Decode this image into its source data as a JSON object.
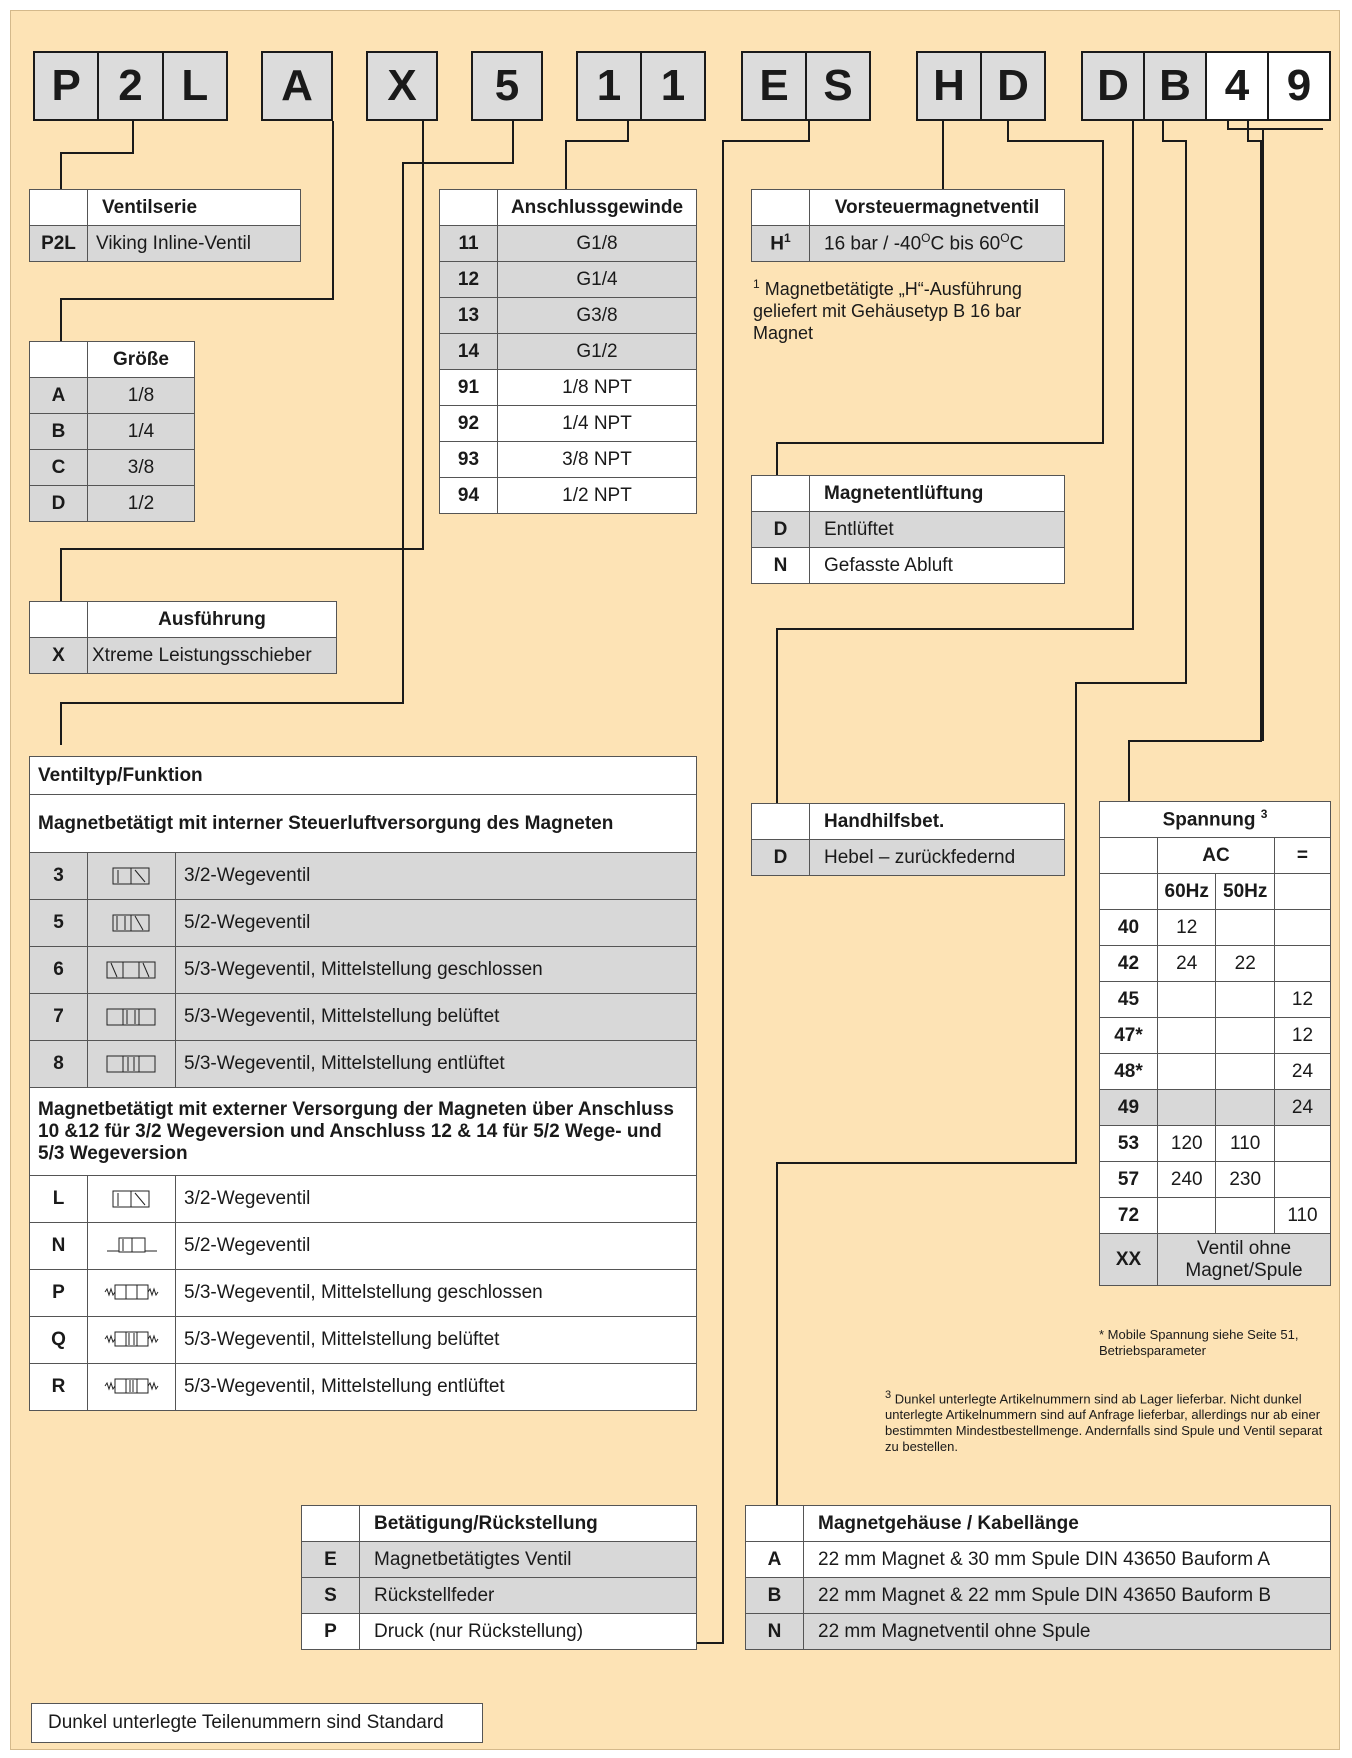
{
  "code_boxes": [
    "P",
    "2",
    "L",
    "A",
    "X",
    "5",
    "1",
    "1",
    "E",
    "S",
    "H",
    "D",
    "D",
    "B",
    "4",
    "9"
  ],
  "ventilserie": {
    "header": "Ventilserie",
    "rows": [
      {
        "k": "P2L",
        "v": "Viking Inline-Ventil"
      }
    ]
  },
  "groesse": {
    "header": "Größe",
    "rows": [
      {
        "k": "A",
        "v": "1/8"
      },
      {
        "k": "B",
        "v": "1/4"
      },
      {
        "k": "C",
        "v": "3/8"
      },
      {
        "k": "D",
        "v": "1/2"
      }
    ]
  },
  "ausfuehrung": {
    "header": "Ausführung",
    "rows": [
      {
        "k": "X",
        "v": "Xtreme Leistungsschieber"
      }
    ]
  },
  "anschluss": {
    "header": "Anschlussgewinde",
    "rows": [
      {
        "k": "11",
        "v": "G1/8"
      },
      {
        "k": "12",
        "v": "G1/4"
      },
      {
        "k": "13",
        "v": "G3/8"
      },
      {
        "k": "14",
        "v": "G1/2"
      },
      {
        "k": "91",
        "v": "1/8 NPT"
      },
      {
        "k": "92",
        "v": "1/4 NPT"
      },
      {
        "k": "93",
        "v": "3/8 NPT"
      },
      {
        "k": "94",
        "v": "1/2 NPT"
      }
    ]
  },
  "vorsteuer": {
    "header": "Vorsteuermagnetventil",
    "key": "H",
    "key_sup": "1",
    "value": "16 bar / -40",
    "value_sup1": "O",
    "value_mid": "C bis 60",
    "value_sup2": "O",
    "value_end": "C"
  },
  "vorsteuer_note": {
    "sup": "1",
    "text": "Magnetbetätigte „H“-Ausführung geliefert mit Gehäusetyp B 16 bar Magnet"
  },
  "entlueftung": {
    "header": "Magnetentlüftung",
    "rows": [
      {
        "k": "D",
        "v": "Entlüftet"
      },
      {
        "k": "N",
        "v": "Gefasste Abluft"
      }
    ]
  },
  "handhilf": {
    "header": "Handhilfsbet.",
    "rows": [
      {
        "k": "D",
        "v": "Hebel – zurückfedernd"
      }
    ]
  },
  "ventiltyp": {
    "title": "Ventiltyp/Funktion",
    "section1": "Magnetbetätigt mit interner Steuerluftversorgung des Magneten",
    "rows1": [
      {
        "k": "3",
        "v": "3/2-Wegeventil",
        "icon": "valve-3-2-icon"
      },
      {
        "k": "5",
        "v": "5/2-Wegeventil",
        "icon": "valve-5-2-icon"
      },
      {
        "k": "6",
        "v": "5/3-Wegeventil, Mittelstellung geschlossen",
        "icon": "valve-5-3-closed-icon"
      },
      {
        "k": "7",
        "v": "5/3-Wegeventil, Mittelstellung belüftet",
        "icon": "valve-5-3-pressure-icon"
      },
      {
        "k": "8",
        "v": "5/3-Wegeventil, Mittelstellung entlüftet",
        "icon": "valve-5-3-exhaust-icon"
      }
    ],
    "section2": "Magnetbetätigt mit externer Versorgung der Magneten über Anschluss 10 &12 für 3/2 Wegeversion und Anschluss 12 & 14 für 5/2 Wege- und 5/3 Wegeversion",
    "rows2": [
      {
        "k": "L",
        "v": "3/2-Wegeventil",
        "icon": "valve-3-2-icon"
      },
      {
        "k": "N",
        "v": "5/2-Wegeventil",
        "icon": "valve-5-2-ext-icon"
      },
      {
        "k": "P",
        "v": "5/3-Wegeventil, Mittelstellung geschlossen",
        "icon": "valve-5-3-closed-ext-icon"
      },
      {
        "k": "Q",
        "v": "5/3-Wegeventil, Mittelstellung belüftet",
        "icon": "valve-5-3-pressure-ext-icon"
      },
      {
        "k": "R",
        "v": "5/3-Wegeventil, Mittelstellung entlüftet",
        "icon": "valve-5-3-exhaust-ext-icon"
      }
    ]
  },
  "spannung": {
    "header": "Spannung",
    "header_sup": "3",
    "ac": "AC",
    "dc": "=",
    "hz60": "60Hz",
    "hz50": "50Hz",
    "rows": [
      {
        "k": "40",
        "a": "12",
        "b": "",
        "c": ""
      },
      {
        "k": "42",
        "a": "24",
        "b": "22",
        "c": ""
      },
      {
        "k": "45",
        "a": "",
        "b": "",
        "c": "12"
      },
      {
        "k": "47*",
        "a": "",
        "b": "",
        "c": "12"
      },
      {
        "k": "48*",
        "a": "",
        "b": "",
        "c": "24"
      },
      {
        "k": "49",
        "a": "",
        "b": "",
        "c": "24"
      },
      {
        "k": "53",
        "a": "120",
        "b": "110",
        "c": ""
      },
      {
        "k": "57",
        "a": "240",
        "b": "230",
        "c": ""
      },
      {
        "k": "72",
        "a": "",
        "b": "",
        "c": "110"
      }
    ],
    "xx_key": "XX",
    "xx_text": "Ventil ohne Magnet/Spule"
  },
  "mobile_note": "* Mobile Spannung siehe Seite 51, Betriebsparameter",
  "footnote3": {
    "sup": "3",
    "text": "Dunkel unterlegte Artikelnummern sind ab Lager lieferbar. Nicht dunkel unterlegte Artikelnummern sind auf Anfrage lieferbar, allerdings nur ab einer bestimmten Mindestbestellmenge. Andernfalls sind Spule und Ventil separat zu bestellen."
  },
  "betaetigung": {
    "header": "Betätigung/Rückstellung",
    "rows": [
      {
        "k": "E",
        "v": "Magnetbetätigtes Ventil"
      },
      {
        "k": "S",
        "v": "Rückstellfeder"
      },
      {
        "k": "P",
        "v": "Druck (nur Rückstellung)"
      }
    ]
  },
  "magnetgehaeuse": {
    "header": "Magnetgehäuse / Kabellänge",
    "rows": [
      {
        "k": "A",
        "v": "22 mm Magnet & 30 mm Spule DIN 43650 Bauform A"
      },
      {
        "k": "B",
        "v": "22 mm Magnet & 22 mm Spule DIN 43650 Bauform B"
      },
      {
        "k": "N",
        "v": "22 mm Magnetventil ohne Spule"
      }
    ]
  },
  "standard_note": "Dunkel unterlegte Teilenummern sind Standard"
}
